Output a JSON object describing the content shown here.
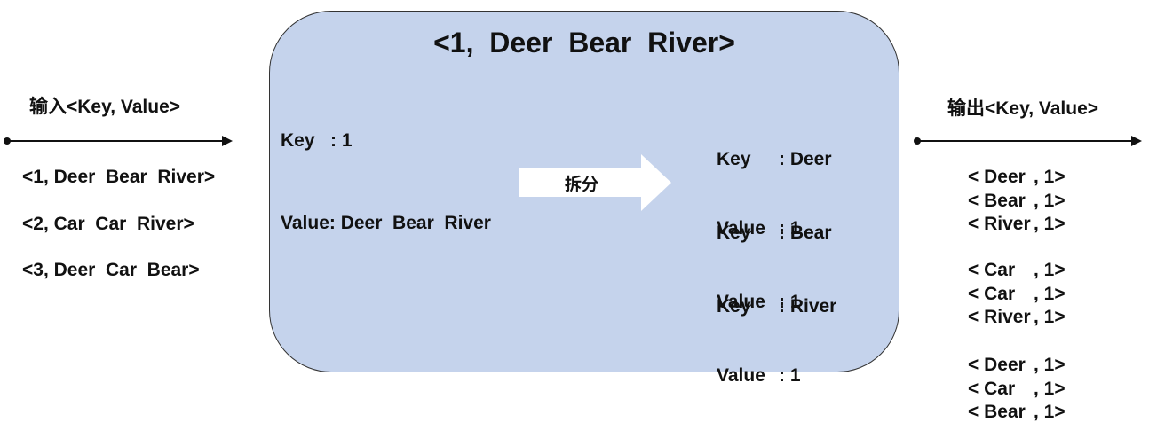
{
  "input": {
    "heading": "输入<Key, Value>",
    "records": [
      "<1, Deer  Bear  River>",
      "<2, Car  Car  River>",
      "<3, Deer  Car  Bear>"
    ]
  },
  "mapper": {
    "title": "<1,  Deer  Bear  River>",
    "key_line": "Key   : 1",
    "value_line": "Value: Deer  Bear  River",
    "split_label": "拆分",
    "pairs": [
      {
        "key_label": "Key",
        "key_value": ": Deer",
        "value_label": "Value",
        "value_value": ": 1"
      },
      {
        "key_label": "Key",
        "key_value": ": Bear",
        "value_label": "Value",
        "value_value": ": 1"
      },
      {
        "key_label": "Key",
        "key_value": ": River",
        "value_label": "Value",
        "value_value": ": 1"
      }
    ]
  },
  "output": {
    "heading": "输出<Key, Value>",
    "groups": [
      [
        {
          "word": "< Deer",
          "count": ", 1>"
        },
        {
          "word": "< Bear",
          "count": ", 1>"
        },
        {
          "word": "< River",
          "count": ", 1>"
        }
      ],
      [
        {
          "word": "< Car",
          "count": ", 1>"
        },
        {
          "word": "< Car",
          "count": ", 1>"
        },
        {
          "word": "< River",
          "count": ", 1>"
        }
      ],
      [
        {
          "word": "< Deer",
          "count": ", 1>"
        },
        {
          "word": "< Car",
          "count": ", 1>"
        },
        {
          "word": "< Bear",
          "count": ", 1>"
        }
      ]
    ]
  },
  "colors": {
    "box_fill": "#c5d3ec",
    "arrow_fill": "#ffffff",
    "line": "#111111"
  }
}
